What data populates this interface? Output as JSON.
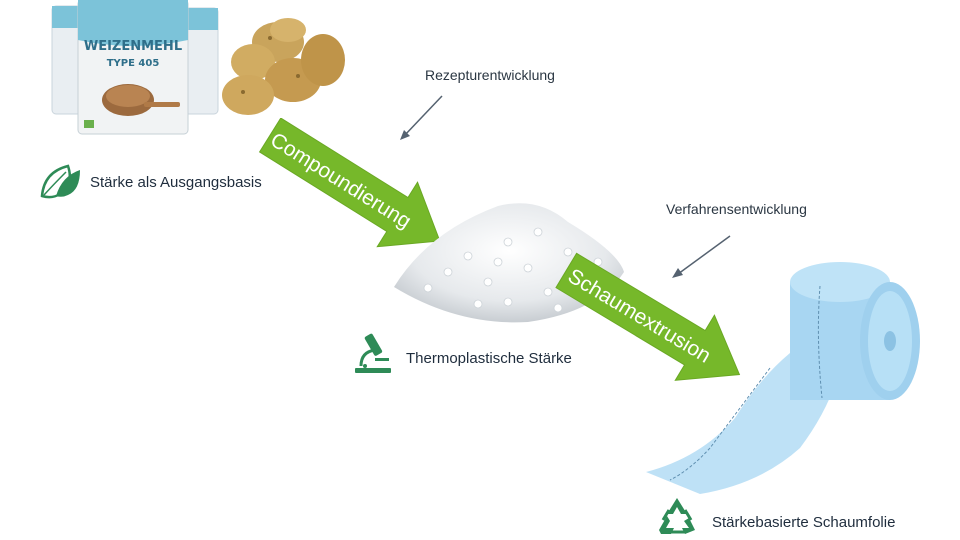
{
  "stages": {
    "start": {
      "label": "Stärke als Ausgangsbasis",
      "icon": "leaf-icon"
    },
    "middle": {
      "label": "Thermoplastische Stärke",
      "icon": "microscope-icon"
    },
    "end": {
      "label": "Stärkebasierte Schaumfolie",
      "icon": "recycle-icon"
    }
  },
  "process_arrows": [
    {
      "label": "Compoundierung"
    },
    {
      "label": "Schaumextrusion"
    }
  ],
  "annotations": [
    {
      "label": "Rezepturentwicklung"
    },
    {
      "label": "Verfahrensentwicklung"
    }
  ],
  "flour_bag": {
    "brand": "WEIZENMEHL",
    "type": "TYPE 405"
  },
  "colors": {
    "arrow_green": "#76b82a",
    "arrow_dark": "#5a9a1c",
    "icon_green": "#2e8b57",
    "foam_blue": "#a8d6f2",
    "text": "#1f2d3d"
  }
}
